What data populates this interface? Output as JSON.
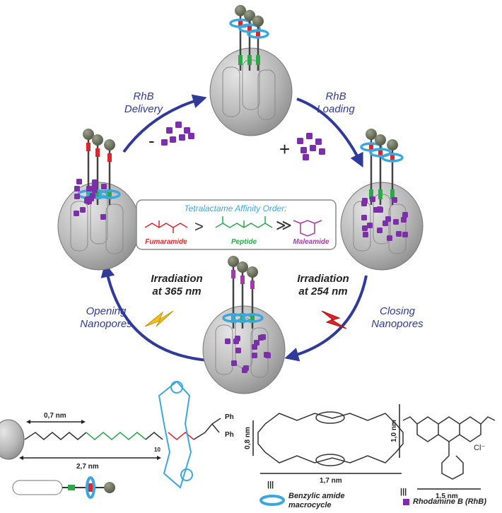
{
  "cycle_labels": {
    "delivery_line1": "RhB",
    "delivery_line2": "Delivery",
    "loading_line1": "RhB",
    "loading_line2": "Loading",
    "minus": "-",
    "plus": "+",
    "irr365_line1": "Irradiation",
    "irr365_line2": "at 365 nm",
    "irr254_line1": "Irradiation",
    "irr254_line2": "at 254 nm",
    "opening_line1": "Opening",
    "opening_line2": "Nanopores",
    "closing_line1": "Closing",
    "closing_line2": "Nanopores"
  },
  "affinity_box": {
    "title": "Tetralactame Affinity Order:",
    "fumaramide": "Fumaramide",
    "peptide": "Peptide",
    "maleamide": "Maleamide",
    "gt1": ">",
    "gt2": "≫"
  },
  "bottom": {
    "dim_07": "0,7 nm",
    "dim_27": "2,7 nm",
    "dim_08": "0,8 nm",
    "dim_17": "1,7 nm",
    "dim_10": "1,0 nm",
    "dim_15": "1,5 nm",
    "n_label": "10",
    "ph1": "Ph",
    "ph2": "Ph",
    "cl": "Cl⁻",
    "macrocycle_line1": "Benzylic amide",
    "macrocycle_line2": "macrocycle",
    "rhodamine": "Rhodamine B (RhB)",
    "equiv1": "|||",
    "equiv2": "|||"
  },
  "colors": {
    "arrow": "#2f3a9a",
    "sphere": "#b9b9b9",
    "ring": "#3aa7e0",
    "fumaramide": "#e0252a",
    "peptide": "#2aa84a",
    "maleamide": "#a33aa8",
    "cargo": "#7b2fa8"
  }
}
